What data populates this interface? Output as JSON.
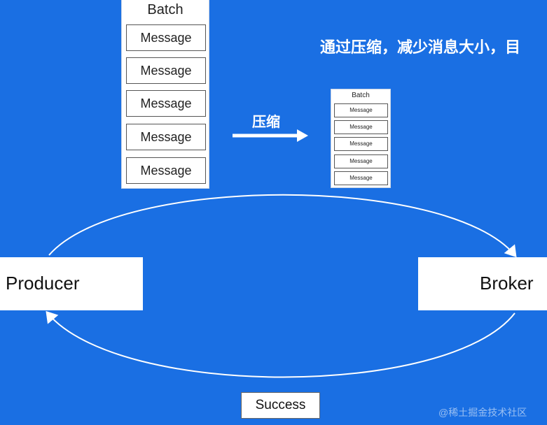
{
  "headline": "通过压缩，减少消息大小，目",
  "compress_label": "压缩",
  "batch_large": {
    "title": "Batch",
    "messages": [
      "Message",
      "Message",
      "Message",
      "Message",
      "Message"
    ]
  },
  "batch_small": {
    "title": "Batch",
    "messages": [
      "Message",
      "Message",
      "Message",
      "Message",
      "Message"
    ]
  },
  "producer_label": "Producer",
  "broker_label": "Broker",
  "success_label": "Success",
  "watermark": "@稀土掘金技术社区",
  "colors": {
    "background": "#1a6fe3",
    "box": "#ffffff",
    "line": "#ffffff"
  }
}
